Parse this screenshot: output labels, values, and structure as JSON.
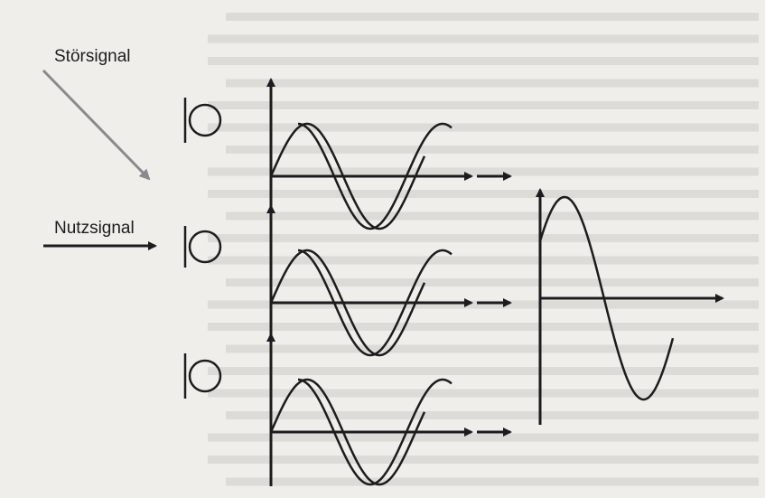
{
  "labels": {
    "stoersignal": "Störsignal",
    "nutzsignal": "Nutzsignal"
  },
  "colors": {
    "paper": "#efeeeb",
    "ink": "#1c1c1c",
    "bleed_through_text": "#b9b8b4",
    "arrow_gray": "#8a8a8a"
  },
  "rows": [
    {
      "name": "stoersignal",
      "signals": [
        "disturbance",
        "useful"
      ]
    },
    {
      "name": "nutzsignal",
      "signals": [
        "disturbance",
        "useful"
      ]
    },
    {
      "name": "summe",
      "signals": [
        "disturbance",
        "useful"
      ]
    }
  ],
  "result": {
    "name": "superposition",
    "signals": [
      "sum"
    ]
  }
}
